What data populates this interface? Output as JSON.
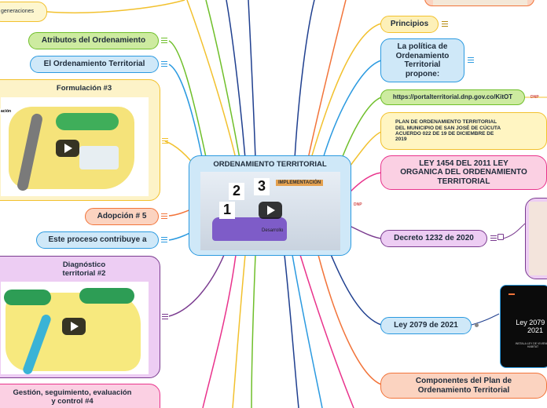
{
  "central": {
    "title": "ORDENAMIENTO TERRITORIAL",
    "video_badges": [
      "2",
      "3",
      "1",
      "IMPLEMENTACIÓN",
      "Desarrollo"
    ]
  },
  "left": {
    "generaciones": "generaciones",
    "atributos": "Atributos del Ordenamiento",
    "el_ordenamiento": "El Ordenamiento Territorial",
    "formulacion": "Formulación  #3",
    "formulacion_tag": "ación",
    "adopcion": "Adopción # 5",
    "este_proceso": "Este proceso contribuye a",
    "diagnostico": "Diagnóstico\nterritorial #2",
    "gestion": "Gestión, seguimiento, evaluación\ny control   #4"
  },
  "right": {
    "principios": "Principios",
    "politica": "La política de\nOrdenamiento\nTerritorial\npropone:",
    "url": "https://portalterritorial.dnp.gov.co/KitOT",
    "dnp_tag": "DNP",
    "plan": "PLAN DE ORDENAMIENTO TERRITORIAL\nDEL MUNICIPIO DE SAN JOSÉ DE CÚCUTA\nACUERDO 022 DE 19 DE DICIEMBRE DE\n2019",
    "ley1454": "LEY 1454 DEL 2011 LEY\nORGANICA DEL ORDENAMIENTO\nTERRITORIAL",
    "decreto": "Decreto 1232 de 2020",
    "ley2079": "Ley 2079 de 2021",
    "ley2079_thumb": "Ley 2079 de\n2021",
    "ley2079_sub": "INSTALA LEY DE VIVIENDA\nHABITAT",
    "componentes": "Componentes del Plan de\nOrdenamiento Territorial"
  },
  "colors": {
    "green": "#6fbf2a",
    "blue": "#2b9ae0",
    "yellow": "#f2c12e",
    "orange": "#f2743a",
    "pink": "#e9338c",
    "purple": "#7a3b8f",
    "navy": "#1f3f8f",
    "central": "#2b9ae0"
  },
  "icons": [
    "notes-icon",
    "play-icon",
    "link-icon",
    "image-icon"
  ]
}
